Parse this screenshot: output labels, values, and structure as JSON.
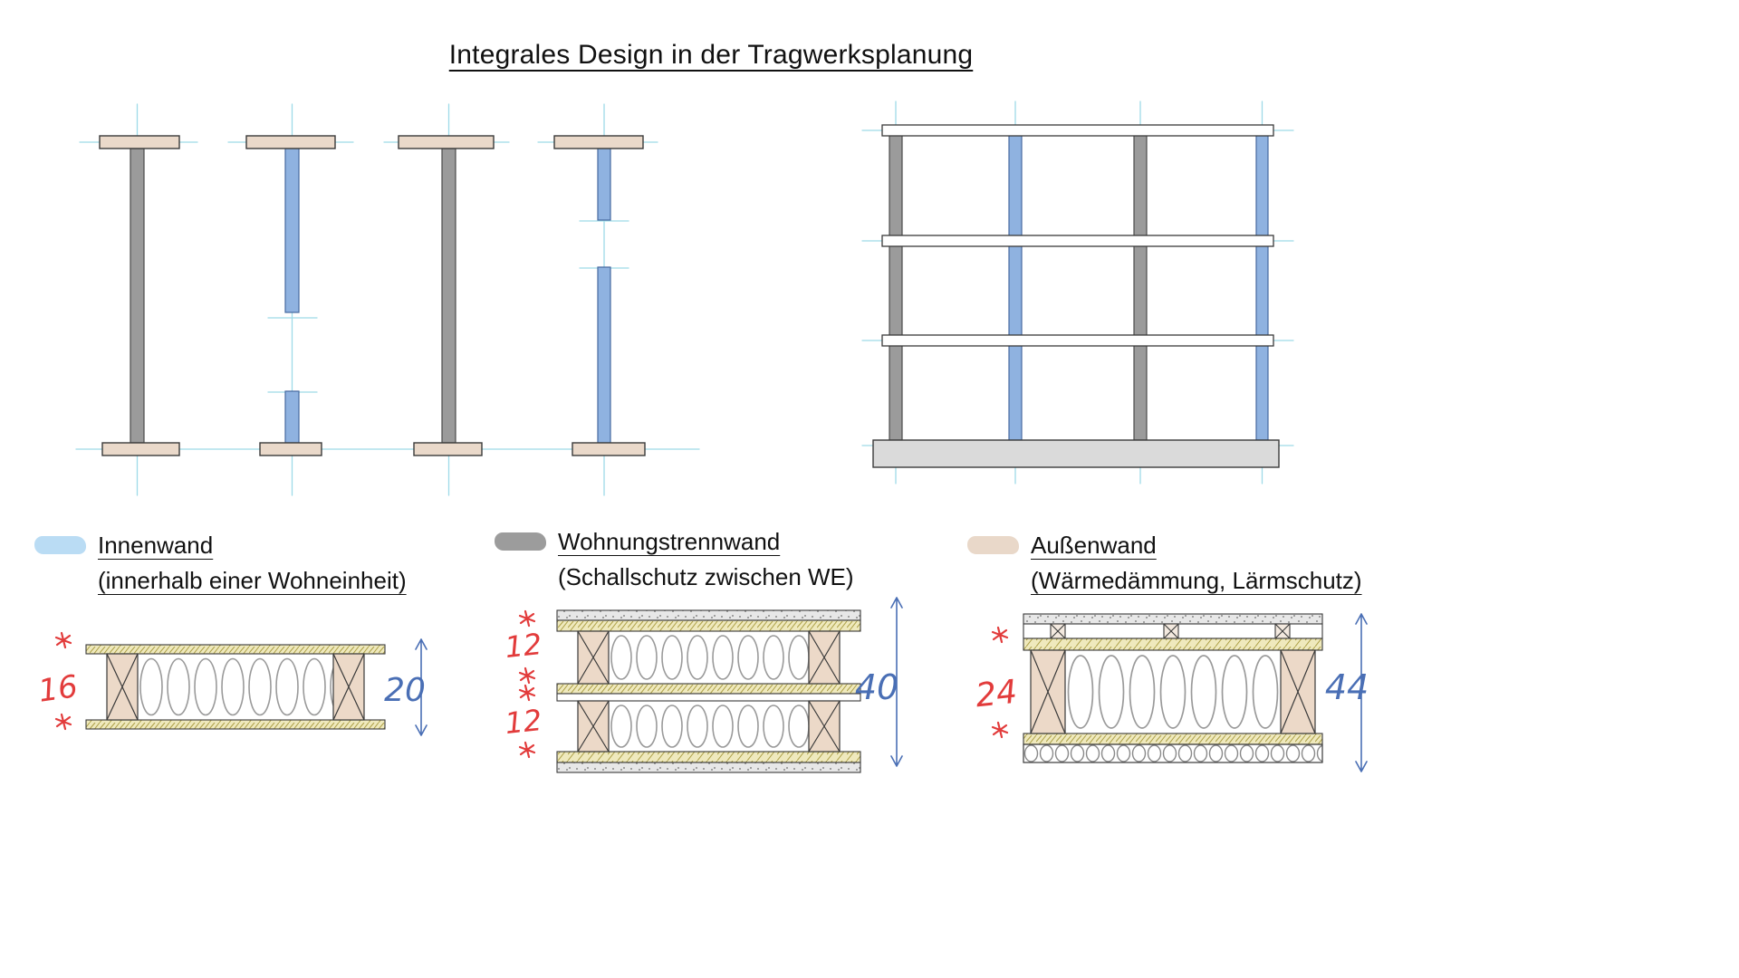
{
  "title": "Integrales Design in der Tragwerksplanung",
  "legend": {
    "items": [
      {
        "label": "Innenwand",
        "sub": "(innerhalb einer Wohneinheit)",
        "color": "#badcf4"
      },
      {
        "label": "Wohnungstrennwand",
        "sub": "(Schallschutz zwischen WE)",
        "color": "#9c9c9c"
      },
      {
        "label": "Außenwand",
        "sub": "(Wärmedämmung, Lärmschutz)",
        "color": "#e9d8c9"
      }
    ]
  },
  "details": {
    "innenwand": {
      "red_dim": "16",
      "blue_dim": "20"
    },
    "wohnungstrennwand": {
      "red_dim_upper": "12",
      "red_dim_lower": "12",
      "blue_dim": "40"
    },
    "aussenwand": {
      "red_dim": "24",
      "blue_dim": "44"
    }
  },
  "colors": {
    "axis_line": "#9edae8",
    "innenwand_fill": "#8fb2e0",
    "trennwand_fill": "#9b9b9b",
    "aussenwand_fill": "#ead9ca",
    "foundation_fill": "#dadada",
    "dim_red": "#e23b3b",
    "dim_blue": "#4a6fb5"
  }
}
